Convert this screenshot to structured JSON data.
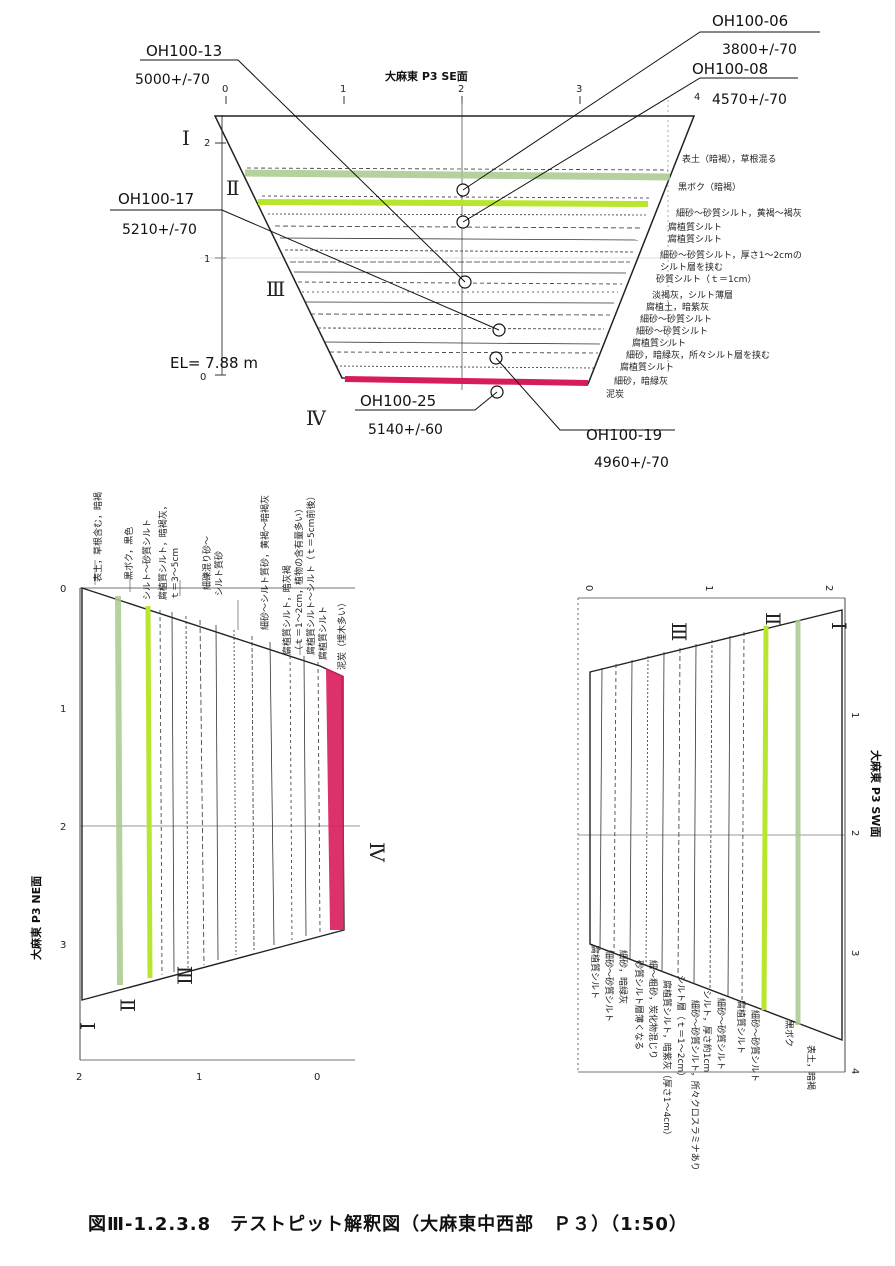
{
  "caption": "図Ⅲ-1.2.3.8　テストピット解釈図（大麻東中西部　Ｐ３）（1:50）",
  "se_face": {
    "title": "大麻東  P3     SE面",
    "x_ticks": [
      "0",
      "1",
      "2",
      "3",
      "4"
    ],
    "y_ticks": [
      "2",
      "1",
      "0"
    ],
    "elevation": "EL=    7.88 m",
    "units": [
      "Ⅰ",
      "Ⅱ",
      "Ⅲ",
      "Ⅳ"
    ],
    "samples": [
      {
        "id": "OH100-13",
        "age": "5000+/-70"
      },
      {
        "id": "OH100-06",
        "age": "3800+/-70"
      },
      {
        "id": "OH100-08",
        "age": "4570+/-70"
      },
      {
        "id": "OH100-17",
        "age": "5210+/-70"
      },
      {
        "id": "OH100-25",
        "age": "5140+/-60"
      },
      {
        "id": "OH100-19",
        "age": "4960+/-70"
      }
    ],
    "layers": [
      "表土（暗褐），草根混る",
      "黒ボク（暗褐）",
      "細砂～砂質シルト，黄褐～褐灰",
      "腐植質シルト",
      "腐植質シルト",
      "細砂～砂質シルト，厚さ1～2cmの",
      "シルト層を挟む",
      "砂質シルト（ｔ＝1cm）",
      "淡褐灰，シルト薄層",
      "腐植土，暗紫灰",
      "細砂～砂質シルト",
      "細砂～砂質シルト",
      "腐植質シルト",
      "細砂，暗緑灰，所々シルト層を挟む",
      "腐植質シルト",
      "細砂，暗緑灰",
      "泥炭"
    ]
  },
  "ne_face": {
    "title": "大麻東  P3        NE面",
    "x_ticks": [
      "0",
      "1",
      "2",
      "3"
    ],
    "y_ticks": [
      "2",
      "1",
      "0"
    ],
    "units": [
      "Ⅰ",
      "Ⅱ",
      "Ⅲ",
      "Ⅳ"
    ],
    "layers": [
      "表土，草根含む，暗褐",
      "黒ボク，黒色",
      "シルト～砂質シルト",
      "腐植質シルト，暗褐灰，",
      "ｔ＝3～5cm",
      "細礫混り砂～",
      "シルト質砂",
      "細砂～シルト質砂，黄褐～暗褐灰",
      "腐植質シルト，暗灰褐",
      "（ｔ＝1～2cm，植物の含有量多い）",
      "腐植質シルト～シルト（ｔ＝5cm前後）",
      "腐植質シルト",
      "泥炭（埋木多い）"
    ]
  },
  "sw_face": {
    "title": "大麻東  P3        SW面",
    "x_ticks": [
      "0",
      "1",
      "2"
    ],
    "y_ticks": [
      "1",
      "2",
      "3",
      "4"
    ],
    "units": [
      "Ⅰ",
      "Ⅱ",
      "Ⅲ"
    ],
    "layers": [
      "表土，暗褐",
      "黒ボク",
      "細砂～砂質シルト",
      "腐植質シルト",
      "細砂～砂質シルト",
      "シルト，厚さ約1cm",
      "細砂～砂質シルト，所々クロスラミナあり",
      "シルト層（ｔ＝1～2cm）",
      "腐植質シルト，暗紫灰（厚さ1～4cm）",
      "細～粗砂，炭化物混じり",
      "砂質シルト層薄くなる",
      "細砂，暗緑灰",
      "細砂～砂質シルト",
      "腐植質シルト"
    ]
  },
  "colors": {
    "green_layer": "#a9c98e",
    "lime_layer": "#b8e62e",
    "red_layer": "#d81b5a",
    "line": "#222222"
  }
}
